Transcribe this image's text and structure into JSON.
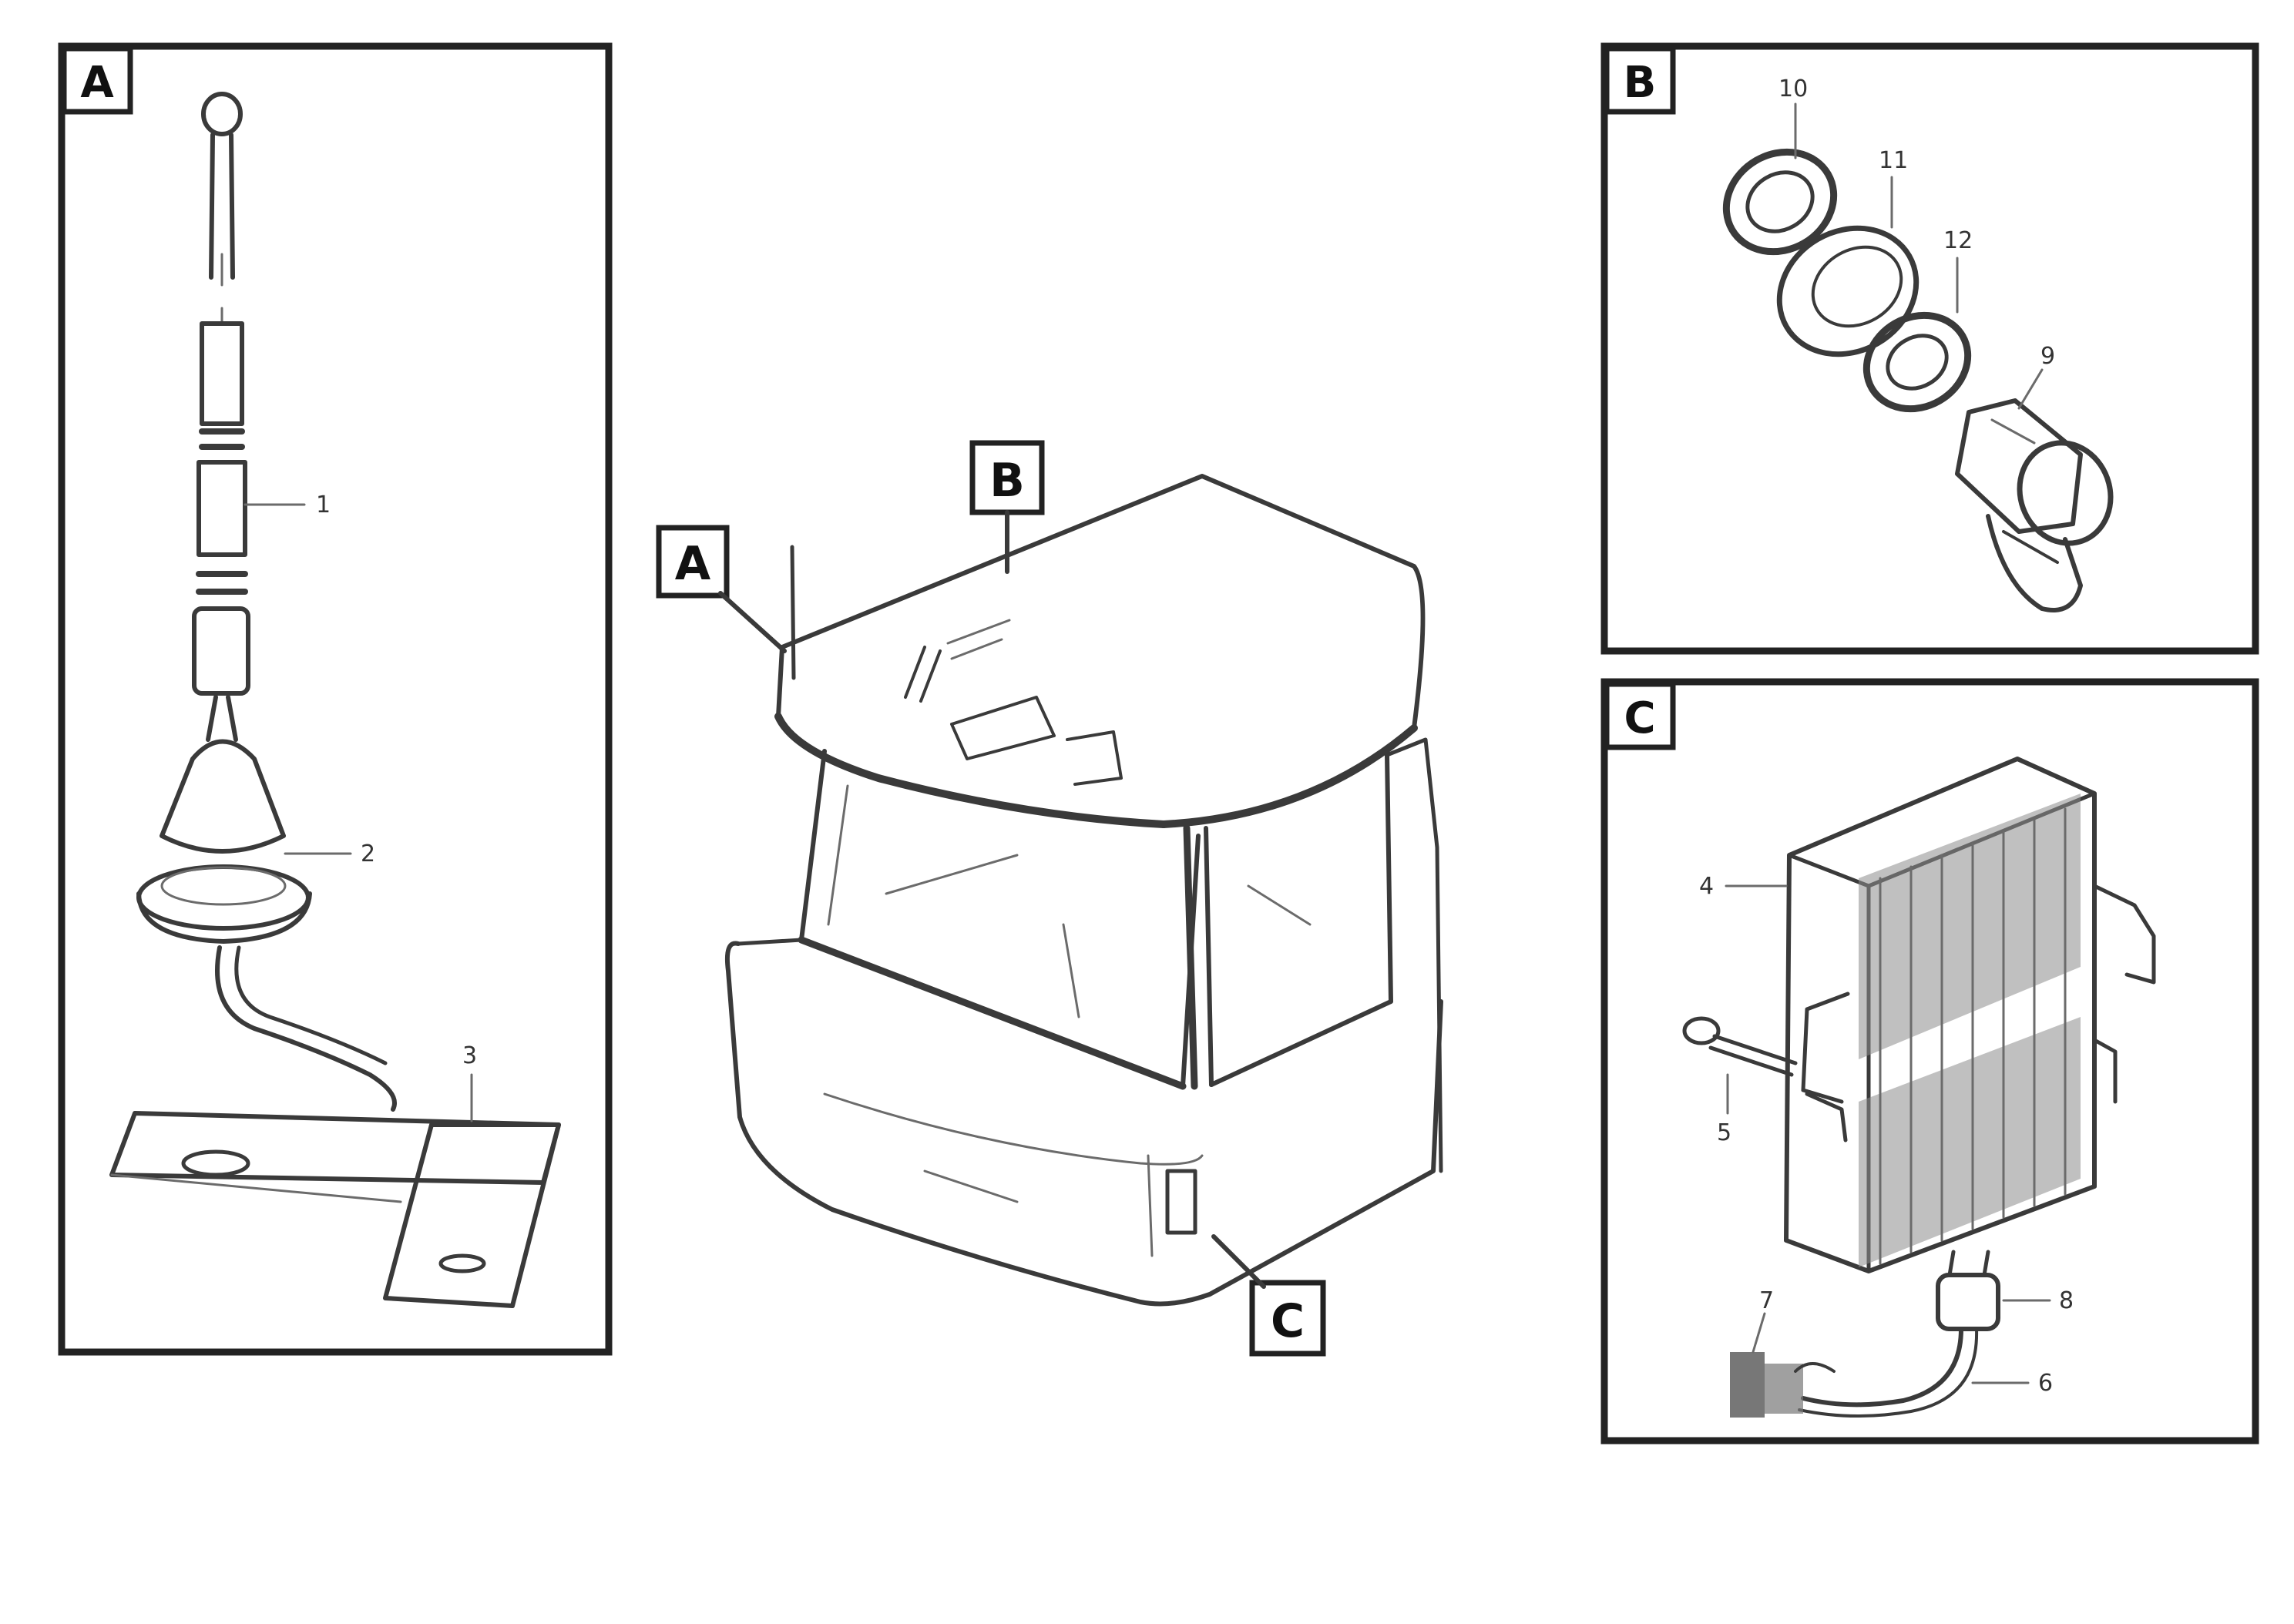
{
  "detail_a": {
    "tag": "A",
    "callouts": {
      "c1": "1",
      "c2": "2",
      "c3": "3"
    }
  },
  "detail_b": {
    "tag": "B",
    "callouts": {
      "c10": "10",
      "c11": "11",
      "c12": "12",
      "c9": "9"
    }
  },
  "detail_c": {
    "tag": "C",
    "callouts": {
      "c4": "4",
      "c5": "5",
      "c7": "7",
      "c8": "8",
      "c6": "6"
    }
  },
  "overview": {
    "tag_a": "A",
    "tag_b": "B",
    "tag_c": "C"
  },
  "reference": {
    "line1": "",
    "line2": "",
    "code": ""
  }
}
